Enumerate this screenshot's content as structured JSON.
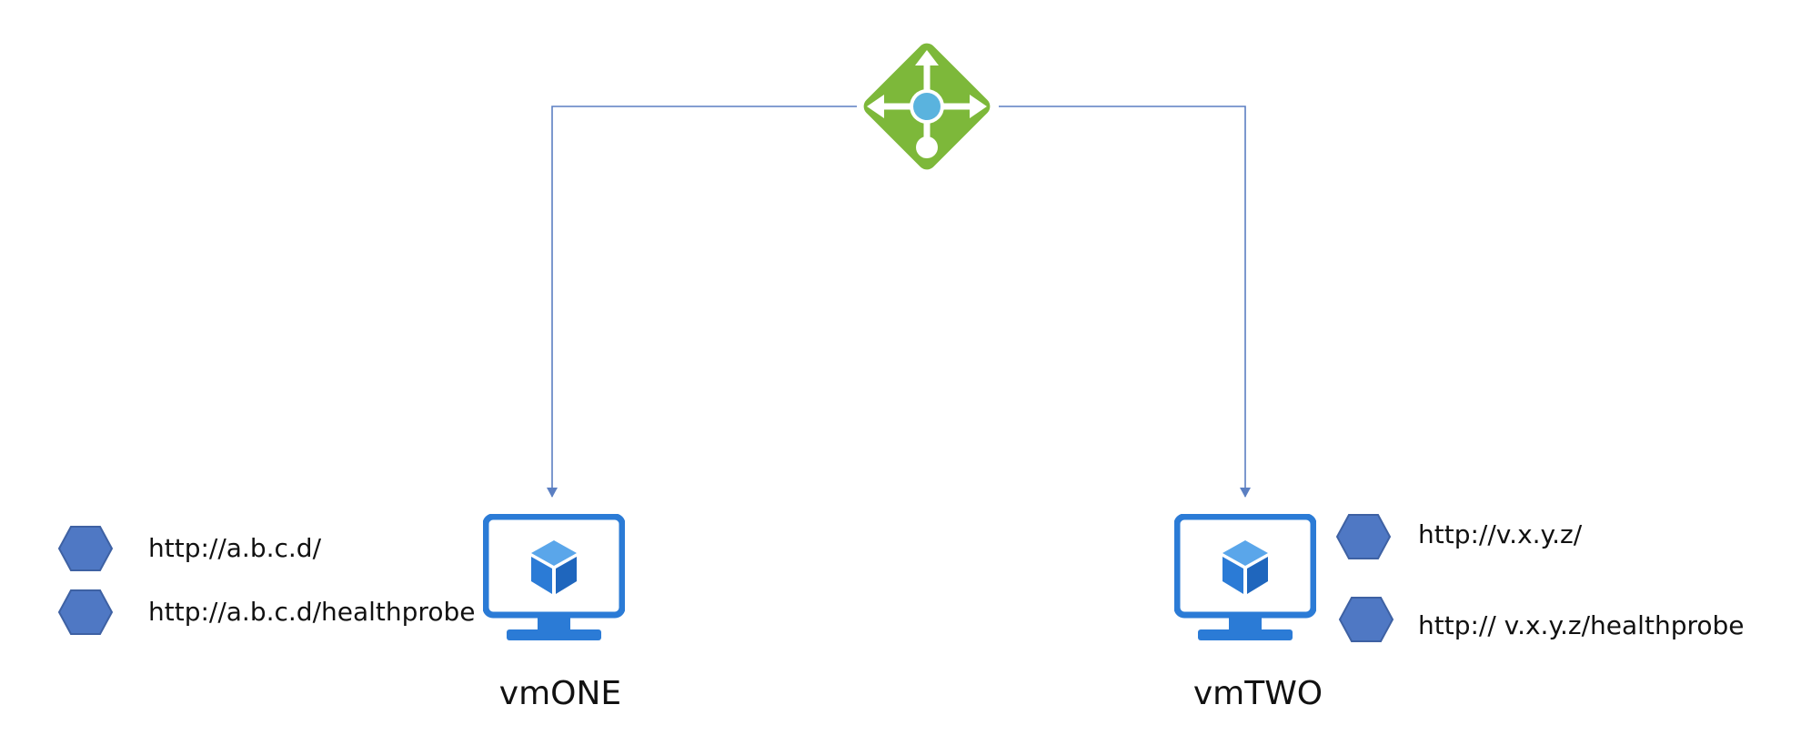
{
  "colors": {
    "connector": "#5b7fc2",
    "lb_green": "#7db83a",
    "lb_blue_dot": "#5ab3de",
    "monitor_blue": "#2b7bd6",
    "cube_blue": "#2b7bd6",
    "hexagon_fill": "#4f78c4",
    "hexagon_stroke": "#3e61a3",
    "text": "#111111"
  },
  "load_balancer": {
    "icon": "load-balancer-icon"
  },
  "vms": [
    {
      "name": "vmONE",
      "icon": "virtual-machine-icon",
      "endpoints": [
        {
          "icon": "hexagon-icon",
          "url": "http://a.b.c.d/"
        },
        {
          "icon": "hexagon-icon",
          "url": "http://a.b.c.d/healthprobe"
        }
      ]
    },
    {
      "name": "vmTWO",
      "icon": "virtual-machine-icon",
      "endpoints": [
        {
          "icon": "hexagon-icon",
          "url": "http://v.x.y.z/"
        },
        {
          "icon": "hexagon-icon",
          "url": "http:// v.x.y.z/healthprobe"
        }
      ]
    }
  ]
}
